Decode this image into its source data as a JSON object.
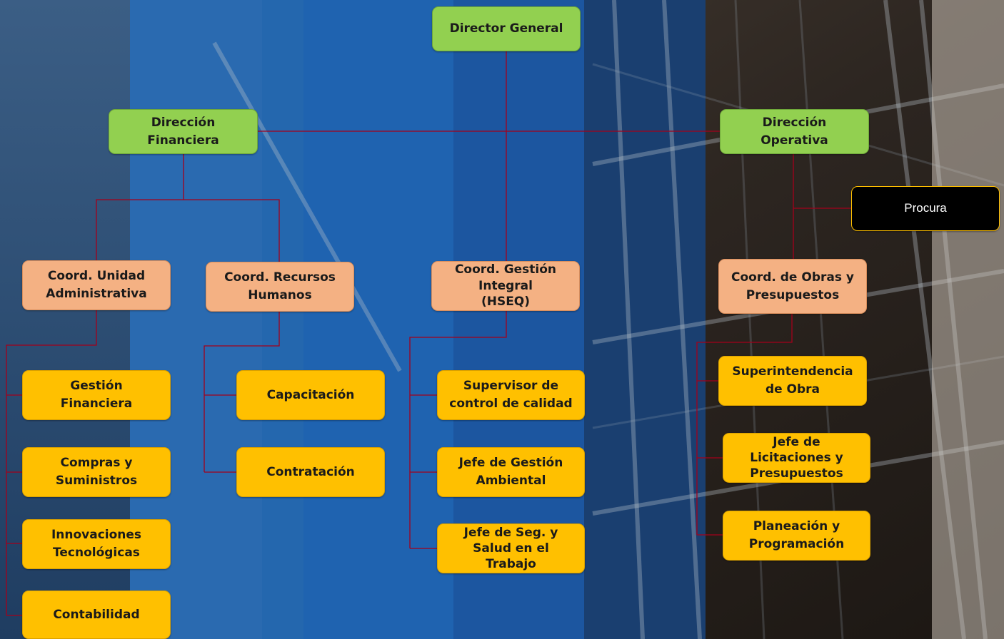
{
  "colors": {
    "director": "#92d050",
    "coordination": "#f4b183",
    "unit": "#ffc000",
    "procura": "#000000",
    "connector": "#a3001b"
  },
  "org": {
    "director": "Director General",
    "finance": "Dirección\nFinanciera",
    "operations": "Dirección\nOperativa",
    "procura": "Procura",
    "coord_admin": "Coord. Unidad\nAdministrativa",
    "coord_hr": "Coord. Recursos\nHumanos",
    "coord_hseq": "Coord. Gestión\nIntegral\n(HSEQ)",
    "coord_works": "Coord. de Obras y\nPresupuestos",
    "admin_units": [
      "Gestión\nFinanciera",
      "Compras y\nSuministros",
      "Innovaciones\nTecnológicas",
      "Contabilidad"
    ],
    "hr_units": [
      "Capacitación",
      "Contratación"
    ],
    "hseq_units": [
      "Supervisor de\ncontrol de calidad",
      "Jefe de Gestión\nAmbiental",
      "Jefe de Seg. y\nSalud en el\nTrabajo"
    ],
    "works_units": [
      "Superintendencia\nde Obra",
      "Jefe de\nLicitaciones y\nPresupuestos",
      "Planeación y\nProgramación"
    ]
  }
}
